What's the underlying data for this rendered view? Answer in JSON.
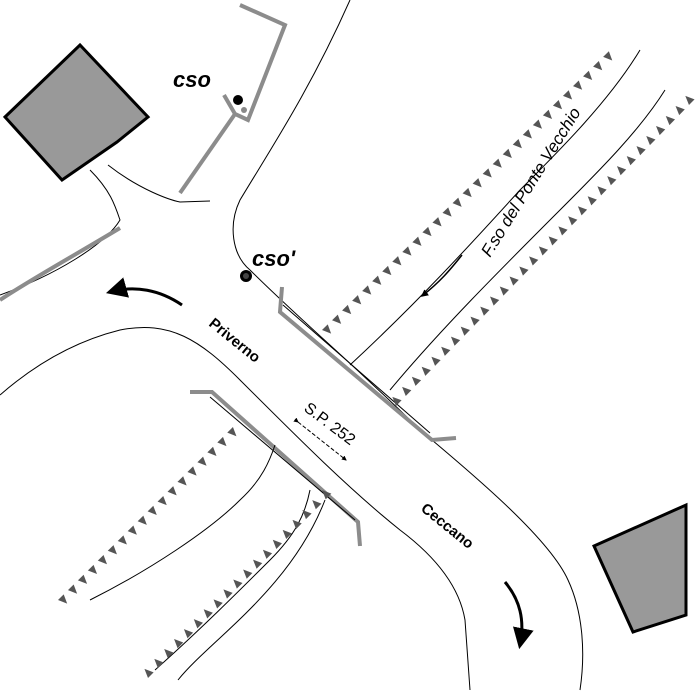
{
  "labels": {
    "cso": "cso",
    "cso_prime": "cso'",
    "stream": "F.so del Ponte Vecchio",
    "road": "S.P. 252",
    "towards_left": "Priverno",
    "towards_right": "Ceccano"
  },
  "colors": {
    "background": "#ffffff",
    "building_fill": "#999999",
    "wall_gray": "#8c8c8c",
    "line": "#000000"
  },
  "icons": {
    "cso_marker": "filled-circle-marker",
    "cso_prime_marker": "filled-circle-marker",
    "flow_arrow": "curved-arrow",
    "bank_hatch": "triangle-hatch"
  }
}
